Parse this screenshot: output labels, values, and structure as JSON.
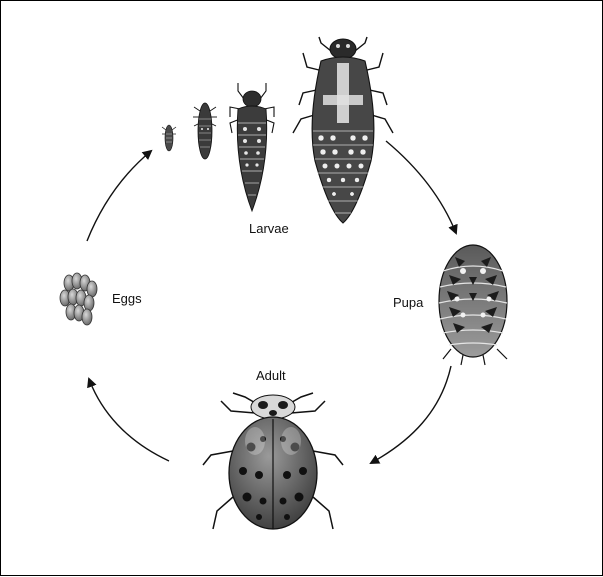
{
  "labels": {
    "eggs": "Eggs",
    "larvae": "Larvae",
    "pupa": "Pupa",
    "adult": "Adult"
  },
  "colors": {
    "ink": "#111111",
    "shade_dark": "#2a2a2a",
    "shade_mid": "#6e6e6e",
    "shade_light": "#b9b9b9",
    "egg": "#8a8a8a"
  },
  "icons": [
    "egg-cluster-icon",
    "larva-icon",
    "pupa-icon",
    "ladybug-adult-icon",
    "cycle-arrow-icon"
  ]
}
